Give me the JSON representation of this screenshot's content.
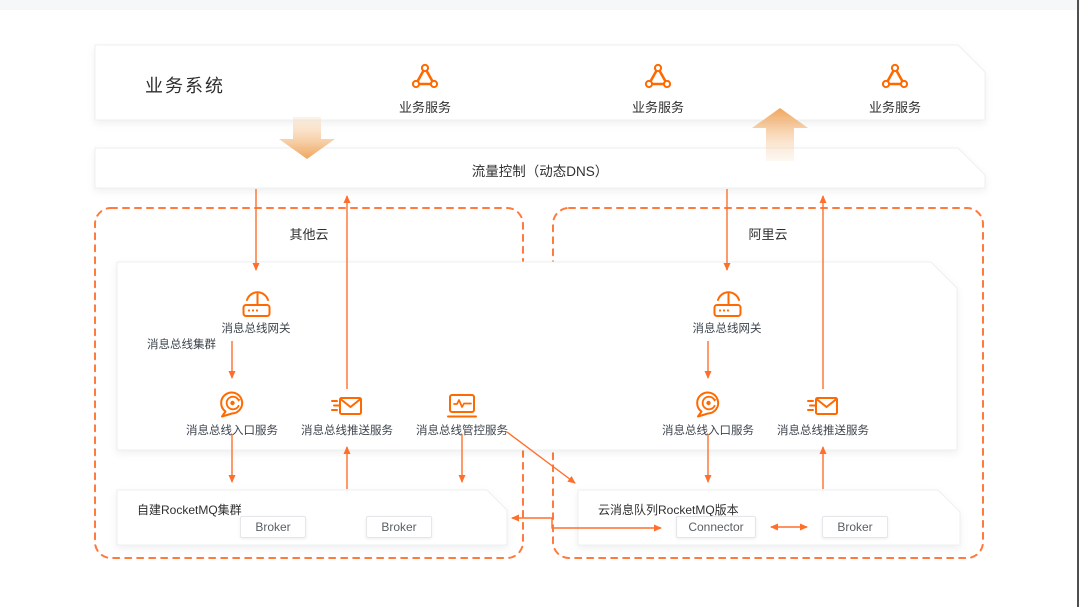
{
  "top_bar": {
    "title": "业务系统",
    "services": [
      {
        "label": "业务服务"
      },
      {
        "label": "业务服务"
      },
      {
        "label": "业务服务"
      }
    ]
  },
  "dns_bar": {
    "label": "流量控制（动态DNS）"
  },
  "clouds": {
    "left": {
      "title": "其他云"
    },
    "right": {
      "title": "阿里云"
    }
  },
  "cluster_panel": {
    "label": "消息总线集群"
  },
  "components": {
    "gateway_left": "消息总线网关",
    "gateway_right": "消息总线网关",
    "entry_left": "消息总线入口服务",
    "entry_right": "消息总线入口服务",
    "push_left": "消息总线推送服务",
    "push_right": "消息总线推送服务",
    "control_left": "消息总线管控服务"
  },
  "bottom_left": {
    "title": "自建RocketMQ集群",
    "nodes": [
      "Broker",
      "Broker"
    ]
  },
  "bottom_right": {
    "title": "云消息队列RocketMQ版本",
    "nodes": [
      "Connector",
      "Broker"
    ]
  },
  "icons": {
    "business_service": "triangle-cluster-icon",
    "gateway": "wireless-router-icon",
    "entry": "message-bubble-sync-icon",
    "push": "mail-send-icon",
    "control": "monitor-pulse-icon"
  },
  "colors": {
    "primary_orange": "#FF6A00",
    "connector_orange": "#FF6F2C",
    "dashed_border": "#FF7A3C",
    "big_arrow": "#F0A55C",
    "panel_border": "#EDEFF1"
  }
}
